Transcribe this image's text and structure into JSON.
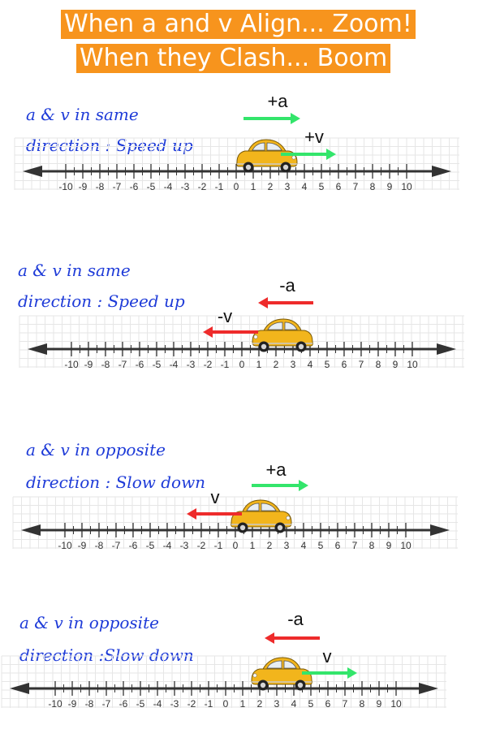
{
  "header": {
    "line1": "When a and v Align... Zoom!",
    "line2": "When they Clash... Boom"
  },
  "tick_labels": [
    "-10",
    "-9",
    "-8",
    "-7",
    "-6",
    "-5",
    "-4",
    "-3",
    "-2",
    "-1",
    "0",
    "1",
    "2",
    "3",
    "4",
    "5",
    "6",
    "7",
    "8",
    "9",
    "10"
  ],
  "colors": {
    "positive_arrow": "#33e56b",
    "negative_arrow": "#ee2b2b",
    "car": "#f2b51c",
    "caption": "#1e3bd8",
    "title_bg": "#f7941d"
  },
  "panels": [
    {
      "caption_line1": "a & v in same",
      "caption_line2": "direction : Speed up",
      "car_position": 2.5,
      "car_facing": "right",
      "accel": {
        "label": "+a",
        "direction": "right",
        "color": "green"
      },
      "velocity": {
        "label": "+v",
        "direction": "right",
        "color": "green"
      }
    },
    {
      "caption_line1": "a & v in same",
      "caption_line2": "direction : Speed up",
      "car_position": 2.5,
      "car_facing": "left",
      "accel": {
        "label": "-a",
        "direction": "left",
        "color": "red"
      },
      "velocity": {
        "label": "-v",
        "direction": "left",
        "color": "red"
      }
    },
    {
      "caption_line1": "a & v in opposite",
      "caption_line2": "direction : Slow down",
      "car_position": 1.5,
      "car_facing": "right",
      "accel": {
        "label": "+a",
        "direction": "right",
        "color": "green"
      },
      "velocity": {
        "label": "v",
        "direction": "left",
        "color": "red"
      }
    },
    {
      "caption_line1": "a & v in opposite",
      "caption_line2": "direction :Slow down",
      "car_position": 3.5,
      "car_facing": "left",
      "accel": {
        "label": "-a",
        "direction": "left",
        "color": "red"
      },
      "velocity": {
        "label": "v",
        "direction": "right",
        "color": "green"
      }
    }
  ]
}
